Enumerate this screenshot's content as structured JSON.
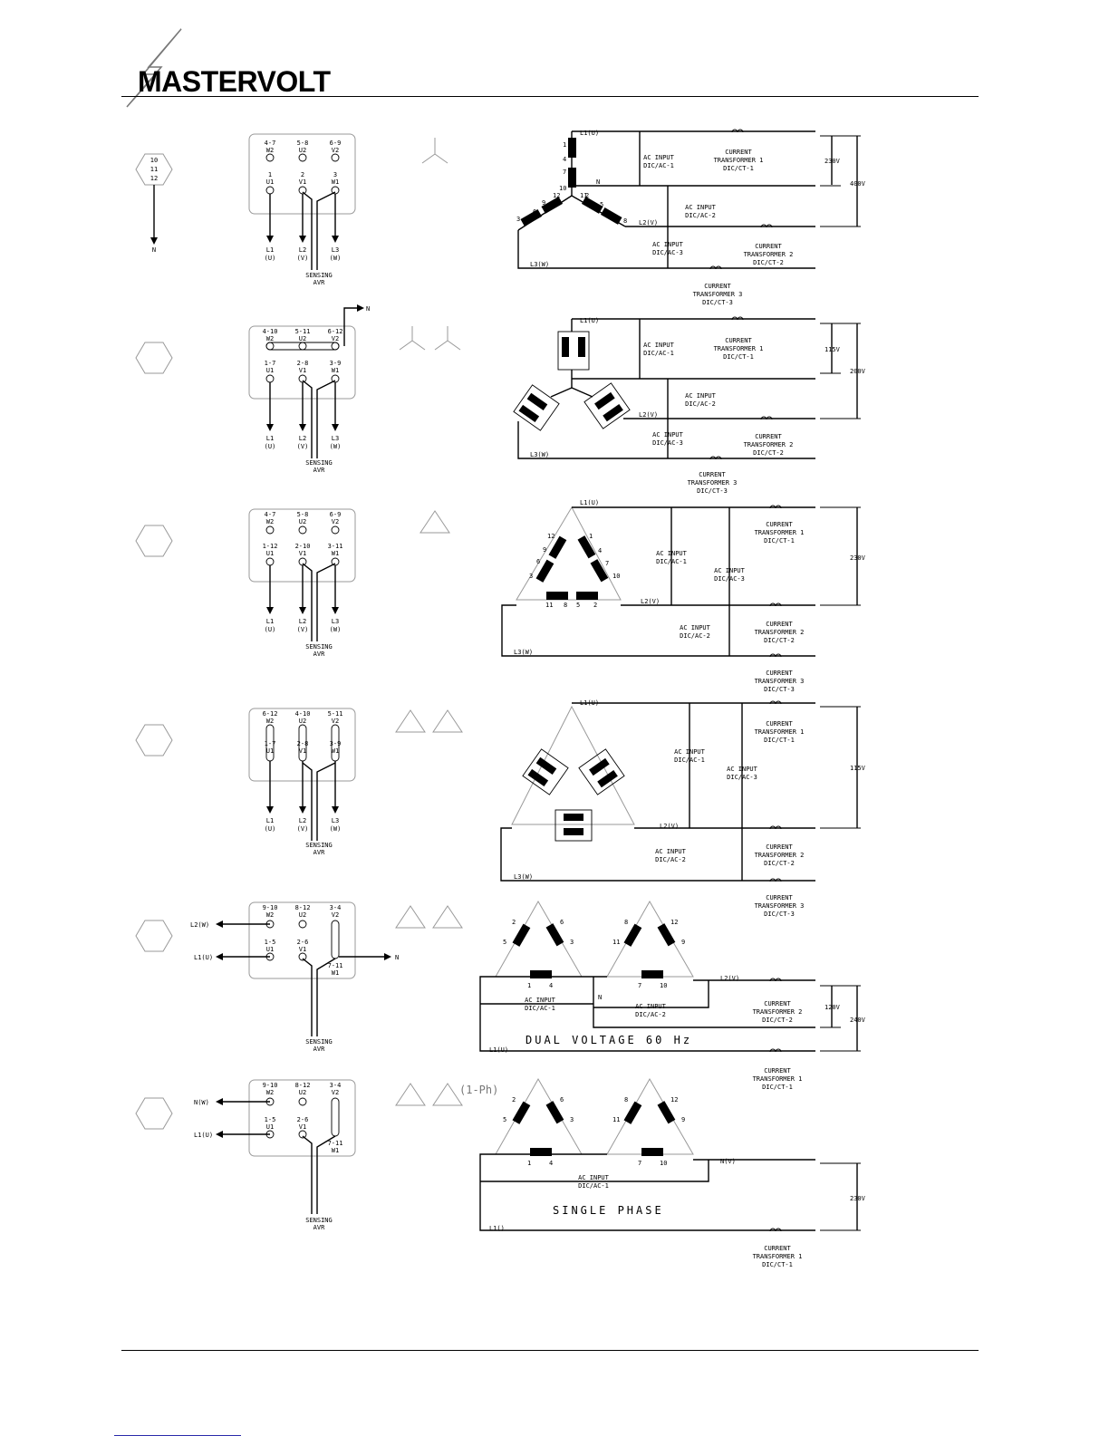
{
  "brand": {
    "name": "MASTERVOLT",
    "logo_icon": "lightning-bolt-icon"
  },
  "common": {
    "sensing": "SENSING",
    "avr": "AVR",
    "l1": "L1",
    "l2": "L2",
    "l3": "L3",
    "u": "(U)",
    "v": "(V)",
    "w": "(W)",
    "n": "N",
    "ac_input": "AC INPUT",
    "current": "CURRENT",
    "transformer_1": "TRANSFORMER 1",
    "transformer_2": "TRANSFORMER 2",
    "transformer_3": "TRANSFORMER 3",
    "dic_ac_1": "DIC/AC-1",
    "dic_ac_2": "DIC/AC-2",
    "dic_ac_3": "DIC/AC-3",
    "dic_ct_1": "DIC/CT-1",
    "dic_ct_2": "DIC/CT-2",
    "dic_ct_3": "DIC/CT-3",
    "bus_l1u": "L1(U)",
    "bus_l2v": "L2(V)",
    "bus_l3w": "L3(W)",
    "bus_l1": "L1()",
    "bus_nv": "N(V)"
  },
  "hex_labels": {
    "a": "10",
    "b": "11",
    "c": "12"
  },
  "terminals": {
    "r1": {
      "top": [
        "4-7",
        "5-8",
        "6-9"
      ],
      "top_sub": [
        "W2",
        "U2",
        "V2"
      ],
      "bot": [
        "1",
        "2",
        "3"
      ],
      "bot_sub": [
        "U1",
        "V1",
        "W1"
      ]
    },
    "r2": {
      "top": [
        "4-10",
        "5-11",
        "6-12"
      ],
      "top_sub": [
        "W2",
        "U2",
        "V2"
      ],
      "bot": [
        "1-7",
        "2-8",
        "3-9"
      ],
      "bot_sub": [
        "U1",
        "V1",
        "W1"
      ]
    },
    "r3": {
      "top": [
        "4-7",
        "5-8",
        "6-9"
      ],
      "top_sub": [
        "W2",
        "U2",
        "V2"
      ],
      "bot": [
        "1-12",
        "2-10",
        "3-11"
      ],
      "bot_sub": [
        "U1",
        "V1",
        "W1"
      ]
    },
    "r4": {
      "top": [
        "6-12",
        "4-10",
        "5-11"
      ],
      "top_sub": [
        "W2",
        "U2",
        "V2"
      ],
      "bot": [
        "1-7",
        "2-8",
        "3-9"
      ],
      "bot_sub": [
        "U1",
        "V1",
        "W1"
      ]
    },
    "r5": {
      "top": [
        "9-10",
        "8-12",
        "3-4"
      ],
      "top_sub": [
        "W2",
        "U2",
        "V2"
      ],
      "bot": [
        "1-5",
        "2-6",
        "7-11"
      ],
      "bot_sub": [
        "U1",
        "V1",
        "W1"
      ]
    },
    "r6": {
      "top": [
        "9-10",
        "8-12",
        "3-4"
      ],
      "top_sub": [
        "W2",
        "U2",
        "V2"
      ],
      "bot": [
        "1-5",
        "2-6",
        "7-11"
      ],
      "bot_sub": [
        "U1",
        "V1",
        "W1"
      ]
    }
  },
  "outputs": {
    "r5_top": "L2(W)",
    "r5_bot": "L1(U)",
    "r6_top": "N(W)",
    "r6_bot": "L1(U)"
  },
  "voltages": {
    "r1_inner": "230V",
    "r1_outer": "400V",
    "r2_inner": "115V",
    "r2_outer": "200V",
    "r3": "230V",
    "r4": "115V",
    "r5_inner": "120V",
    "r5_outer": "240V",
    "r6": "230V"
  },
  "coil_numbers": {
    "r1": [
      "1",
      "4",
      "7",
      "10",
      "11",
      "12",
      "2",
      "5",
      "8",
      "3",
      "6",
      "9"
    ],
    "r3": [
      "12",
      "9",
      "6",
      "3",
      "1",
      "4",
      "7",
      "10",
      "11",
      "8",
      "5",
      "2"
    ],
    "r5": [
      "2",
      "6",
      "5",
      "3",
      "1",
      "4",
      "8",
      "12",
      "11",
      "9",
      "7",
      "10"
    ]
  },
  "captions": {
    "dual_voltage": "DUAL VOLTAGE 60 Hz",
    "single_phase": "SINGLE PHASE",
    "one_ph": "(1-Ph)"
  }
}
